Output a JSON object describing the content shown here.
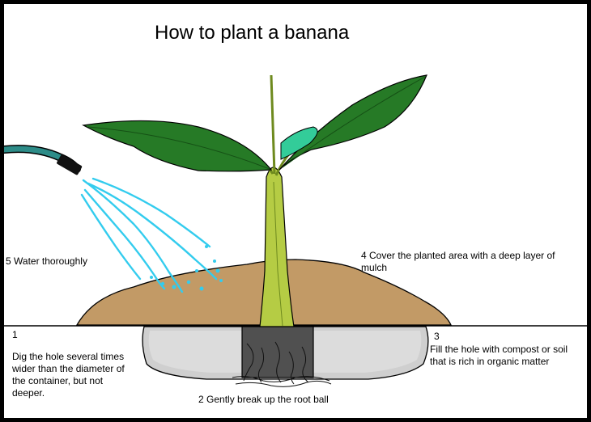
{
  "title": "How to plant a banana",
  "steps": {
    "water": "5  Water thoroughly",
    "mulch": "4  Cover the planted area with a deep layer of\nmulch",
    "dig_number": "1",
    "dig": "Dig the hole several times\nwider than  the diameter of\nthe container, but not\ndeeper.",
    "fill_number": "3",
    "fill": "Fill the hole with compost or soil\nthat is rich in organic matter",
    "root": "2  Gently break up the root ball"
  },
  "colors": {
    "soil_mound": "#C29A66",
    "hole": "#CFCFCF",
    "root_ball": "#505050",
    "leaf": "#267A26",
    "new_leaf": "#33CC99",
    "stem": "#B5CC44",
    "hose": "#2D8C88",
    "water": "#33CCEE"
  }
}
